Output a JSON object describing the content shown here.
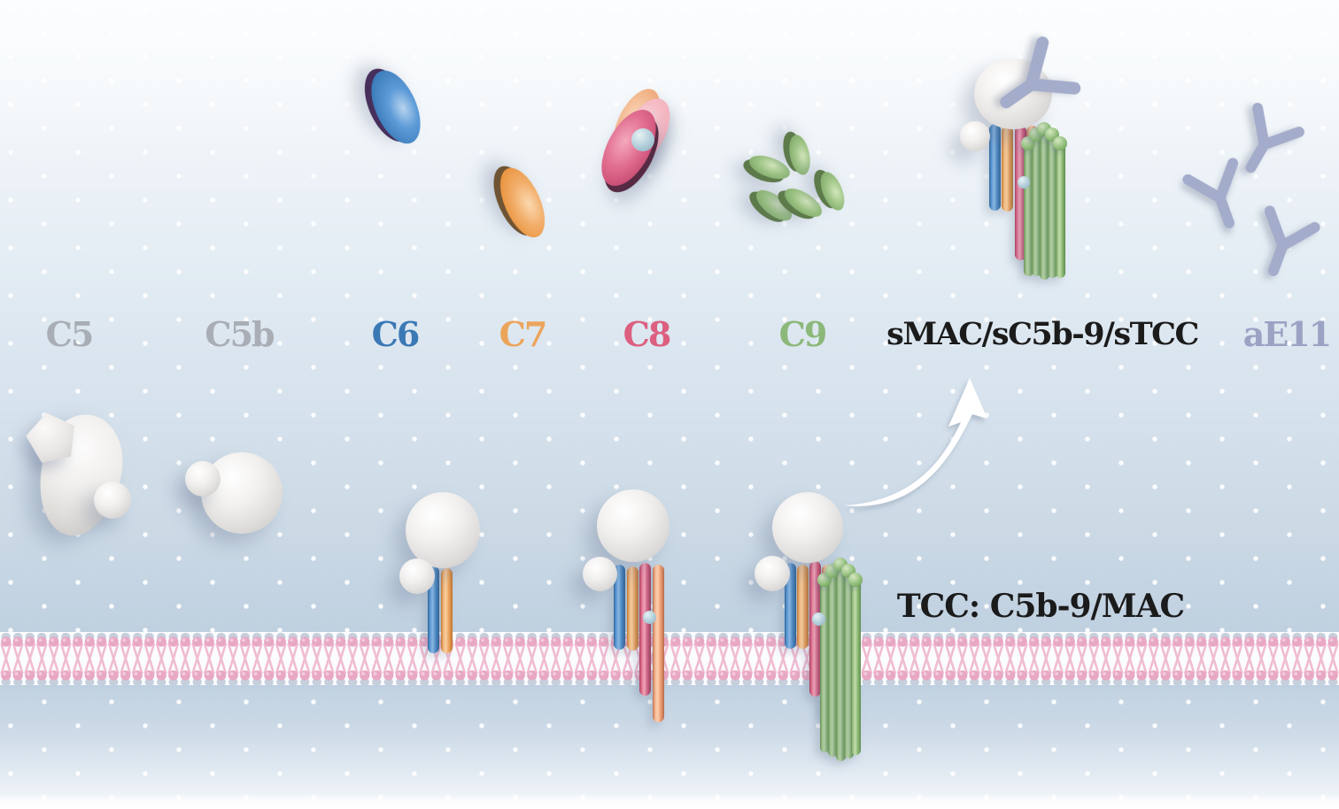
{
  "figure": {
    "type": "scientific-diagram",
    "topic": "Complement terminal pathway: C5 activation and assembly of the membrane attack complex (MAC) on a lipid bilayer, with soluble sMAC and aE11 antibody"
  },
  "labels": {
    "c5": {
      "text": "C5",
      "color": "#a9adb5"
    },
    "c5b": {
      "text": "C5b",
      "color": "#a9adb5"
    },
    "c6": {
      "text": "C6",
      "color": "#3b79b5"
    },
    "c7": {
      "text": "C7",
      "color": "#eca45b"
    },
    "c8": {
      "text": "C8",
      "color": "#dc5f80"
    },
    "c9": {
      "text": "C9",
      "color": "#8cb87a"
    },
    "smac": {
      "text": "sMAC/sC5b-9/sTCC",
      "color": "#1b1b1b"
    },
    "ae11": {
      "text": "aE11",
      "color": "#9ba3c4"
    },
    "tcc": {
      "text": "TCC: C5b-9/MAC",
      "color": "#1b1b1b"
    }
  },
  "molecule_colors": {
    "c5_c5b_body": "#eceae8",
    "c6_rod_disc": "#4a8bc8",
    "c7_rod_disc": "#eb9f58",
    "c8_alpha": "#d95f80",
    "c8_beta": "#eb9e74",
    "c8_gamma_sphere": "#abc9d6",
    "c9_rod_disc": "#8aba73",
    "antibody": "#a4accb",
    "membrane_head": "#e8a8c3",
    "membrane_tail": "#f0bcd2",
    "arrow": "#ffffff"
  }
}
